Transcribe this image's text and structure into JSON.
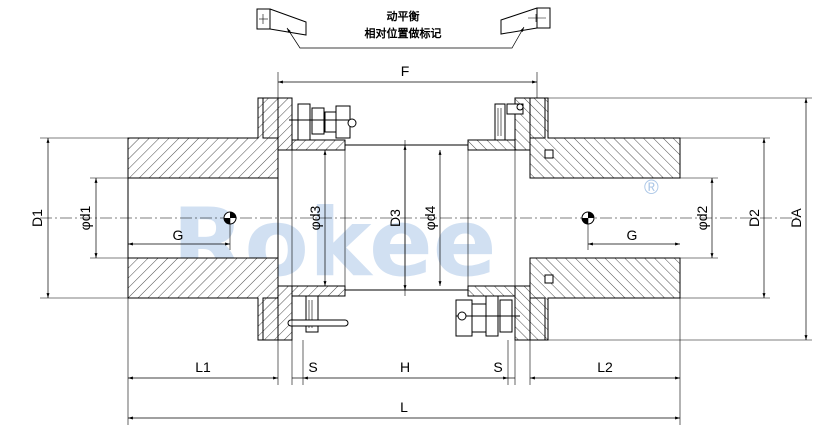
{
  "note": {
    "line1": "动平衡",
    "line2": "相对位置做标记"
  },
  "watermark": {
    "text": "Rokee",
    "registered": "®",
    "color": "#5a8fd0"
  },
  "labels": {
    "F": "F",
    "D1": "D1",
    "d1": "φd1",
    "G_left": "G",
    "d3": "φd3",
    "D3": "D3",
    "d4": "φd4",
    "d2": "φd2",
    "G_right": "G",
    "D2": "D2",
    "DA": "DA",
    "L1": "L1",
    "S_left": "S",
    "H": "H",
    "S_right": "S",
    "L2": "L2",
    "L": "L"
  }
}
